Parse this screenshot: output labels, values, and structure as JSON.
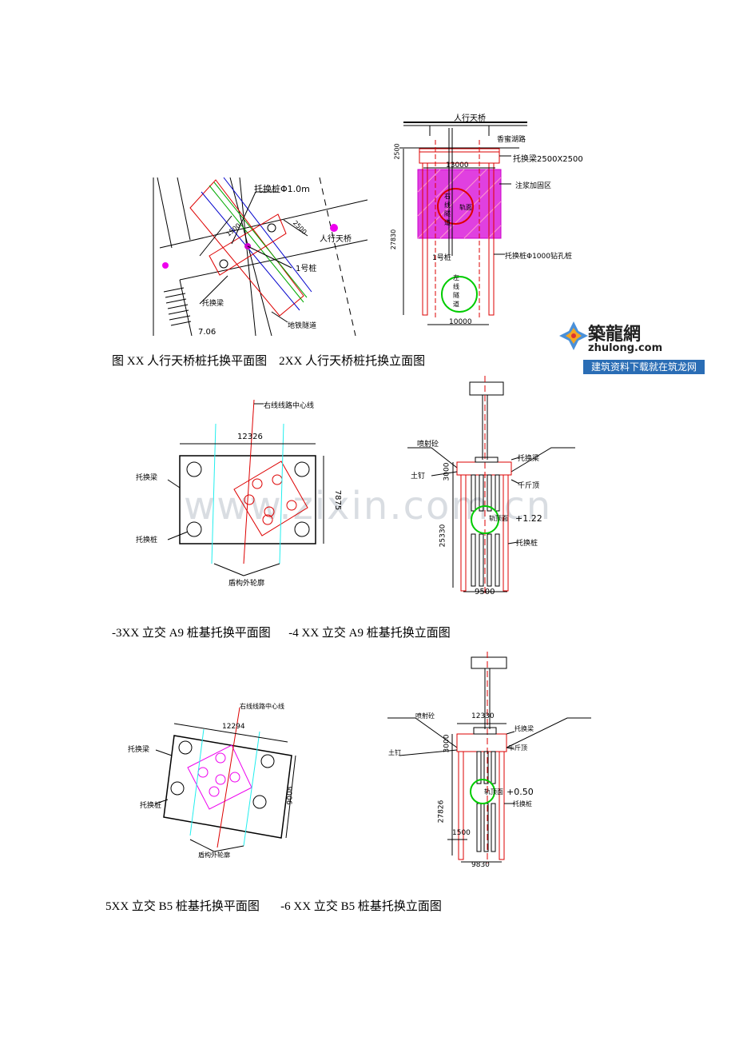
{
  "captions": {
    "fig1": "图 XX 人行天桥桩托换平面图    2XX 人行天桥桩托换立面图",
    "fig2": "-3XX 立交 A9 桩基托换平面图      -4 XX 立交 A9 桩基托换立面图",
    "fig3": "5XX 立交 B5 桩基托换平面图       -6 XX 立交 B5 桩基托换立面图"
  },
  "logo": {
    "name": "築龍網",
    "url": "zhulong.com",
    "slogan": "建筑资料下载就在筑龙网"
  },
  "watermark": "www.zixin.com.cn",
  "drawing1_plan": {
    "pile_label": "托换桩Φ1.0m",
    "dim_a": "1500",
    "dim_b": "2500",
    "bridge": "人行天桥",
    "pile1": "1号桩",
    "beam": "托换梁",
    "tunnel": "地铁隧道",
    "num": "7.06"
  },
  "drawing2_elev": {
    "bridge": "人行天桥",
    "road": "香蜜湖路",
    "beam": "托换梁2500X2500",
    "width_top": "13000",
    "grout": "注浆加固区",
    "dim_2500": "2500",
    "dim_27830": "27830",
    "right_tunnel": "右线隧道",
    "rail": "轨面",
    "pile1": "1号桩",
    "pile": "托换桩Φ1000钻孔桩",
    "left_tunnel": "左线隧道",
    "width_bottom": "10000"
  },
  "drawing3_plan": {
    "centerline": "右线线路中心线",
    "width": "12326",
    "height": "7875",
    "beam": "托换梁",
    "pile": "托换桩",
    "shield": "盾构外轮廓"
  },
  "drawing4_elev": {
    "shotcrete": "喷射砼",
    "nail": "土钉",
    "beam": "托换梁",
    "jack": "千斤顶",
    "dim_3000": "3000",
    "rail": "轨顶面",
    "elev": "+1.22",
    "dim_25330": "25330",
    "pile": "托换桩",
    "width": "9500"
  },
  "drawing5_plan": {
    "centerline": "右线线路中心线",
    "width": "12294",
    "height": "9008",
    "beam": "托换梁",
    "pile": "托换桩",
    "shield": "盾构外轮廓"
  },
  "drawing6_elev": {
    "shotcrete": "喷射砼",
    "nail": "土钉",
    "width_top": "12330",
    "beam": "托换梁",
    "jack": "千斤顶",
    "dim_3000": "3000",
    "rail": "轨顶面",
    "elev": "+0.50",
    "dim_27826": "27826",
    "pile": "托换桩",
    "dim_1500": "1500",
    "width": "9830"
  }
}
